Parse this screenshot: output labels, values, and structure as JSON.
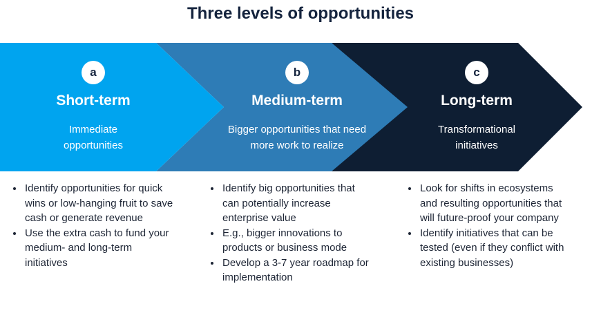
{
  "title": "Three levels of opportunities",
  "colors": {
    "short_term": "#00A4EF",
    "medium_term": "#2E7CB6",
    "long_term": "#0E1E33",
    "title": "#14233D",
    "body_text": "#1D2535"
  },
  "stages": [
    {
      "badge": "a",
      "title": "Short-term",
      "subtitle": "Immediate opportunities",
      "points": [
        "Identify opportunities for quick wins or low-hanging fruit to save cash or generate revenue",
        "Use the extra cash to fund your medium- and long-term initiatives"
      ]
    },
    {
      "badge": "b",
      "title": "Medium-term",
      "subtitle": "Bigger opportunities that need more work to realize",
      "points": [
        "Identify big opportunities that can potentially increase enterprise value",
        "E.g., bigger innovations to products or business mode",
        "Develop a 3-7 year roadmap for implementation"
      ]
    },
    {
      "badge": "c",
      "title": "Long-term",
      "subtitle": "Transformational initiatives",
      "points": [
        "Look for shifts in ecosystems and resulting opportunities that will future-proof your company",
        "Identify initiatives that can be tested (even if they conflict with existing businesses)"
      ]
    }
  ]
}
